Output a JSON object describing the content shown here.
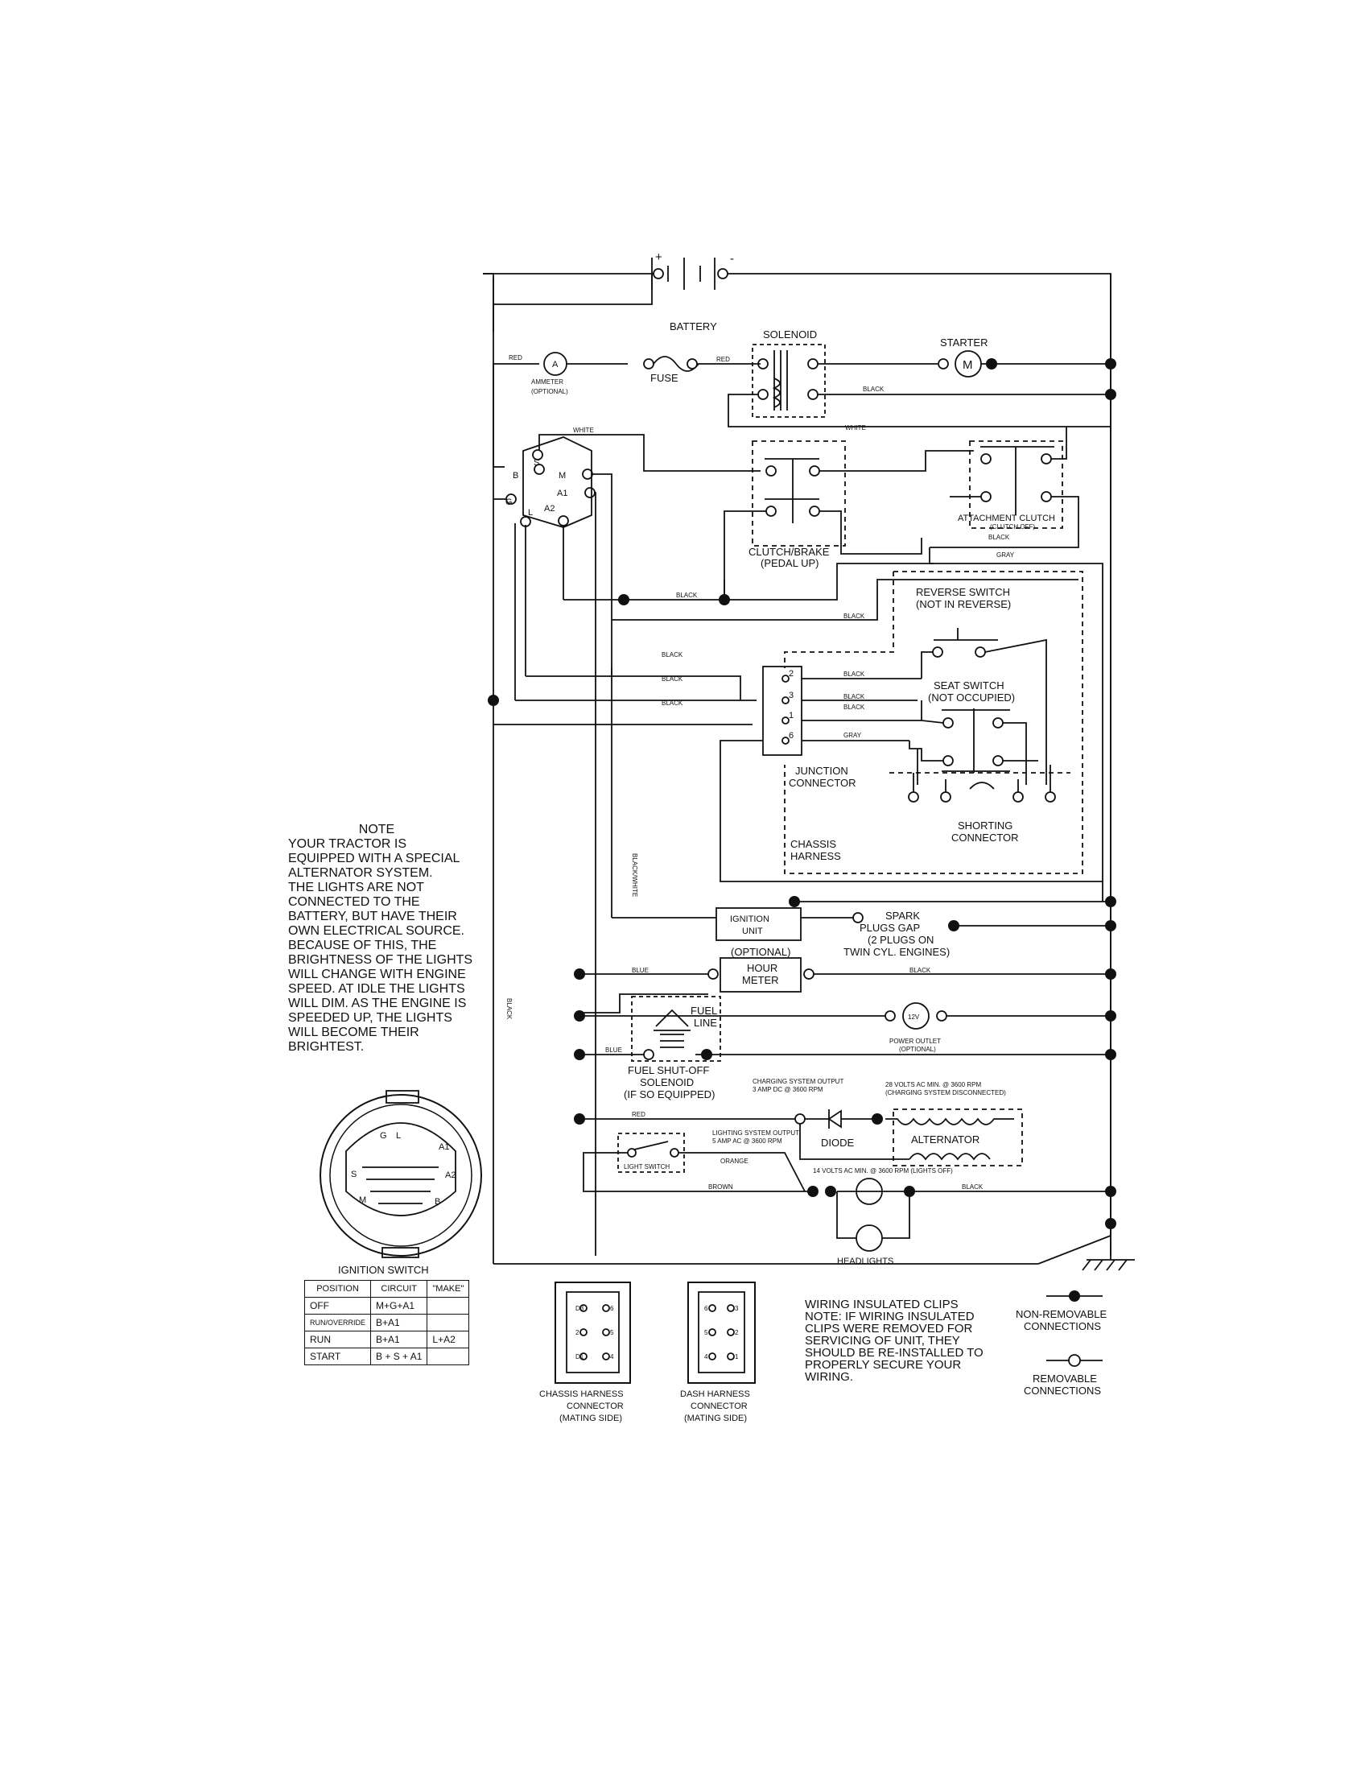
{
  "battery": {
    "label": "BATTERY",
    "plus": "+",
    "minus": "-"
  },
  "solenoid": {
    "label": "SOLENOID"
  },
  "starter": {
    "label": "STARTER",
    "symbol": "M"
  },
  "ammeter": {
    "label": "AMMETER",
    "sub": "(OPTIONAL)",
    "symbol": "A"
  },
  "fuse": {
    "label": "FUSE"
  },
  "clutch_brake": {
    "label": "CLUTCH/BRAKE",
    "sub": "(PEDAL UP)"
  },
  "attachment_clutch": {
    "label": "ATTACHMENT CLUTCH",
    "sub": "(CLUTCH OFF)"
  },
  "reverse_switch": {
    "label": "REVERSE SWITCH",
    "sub": "(NOT IN REVERSE)"
  },
  "seat_switch": {
    "label": "SEAT SWITCH",
    "sub": "(NOT OCCUPIED)"
  },
  "junction_connector": {
    "line1": "JUNCTION",
    "line2": "CONNECTOR",
    "pins": [
      "2",
      "3",
      "1",
      "6"
    ]
  },
  "chassis_harness": {
    "line1": "CHASSIS",
    "line2": "HARNESS"
  },
  "shorting_connector": {
    "line1": "SHORTING",
    "line2": "CONNECTOR"
  },
  "ignition_unit": {
    "line1": "IGNITION",
    "line2": "UNIT"
  },
  "spark_plugs": {
    "line1": "SPARK",
    "line2": "PLUGS GAP",
    "line3": "(2 PLUGS ON",
    "line4": "TWIN CYL. ENGINES)"
  },
  "hour_meter": {
    "optional": "(OPTIONAL)",
    "line1": "HOUR",
    "line2": "METER"
  },
  "fuel_solenoid": {
    "fuel": "FUEL",
    "line": "LINE",
    "line1": "FUEL SHUT-OFF",
    "line2": "SOLENOID",
    "line3": "(IF SO EQUIPPED)"
  },
  "power_outlet": {
    "symbol": "12V",
    "line1": "POWER OUTLET",
    "line2": "(OPTIONAL)"
  },
  "charging": {
    "output_line1": "CHARGING SYSTEM OUTPUT",
    "output_line2": "3 AMP DC @ 3600 RPM",
    "ac_line1": "28 VOLTS AC MIN. @ 3600 RPM",
    "ac_line2": "(CHARGING SYSTEM DISCONNECTED)",
    "lighting_line1": "LIGHTING SYSTEM OUTPUT",
    "lighting_line2": "5 AMP AC @ 3600 RPM",
    "lights_off": "14 VOLTS AC MIN. @ 3600 RPM (LIGHTS OFF)"
  },
  "diode": {
    "label": "DIODE"
  },
  "alternator": {
    "label": "ALTERNATOR"
  },
  "light_switch": {
    "label": "LIGHT SWITCH"
  },
  "headlights": {
    "label": "HEADLIGHTS"
  },
  "ignition_switch_terminals": {
    "S": "S",
    "M": "M",
    "A1": "A1",
    "A2": "A2",
    "B": "B",
    "G": "G",
    "L": "L"
  },
  "wire_colors": {
    "red": "RED",
    "white": "WHITE",
    "black": "BLACK",
    "gray": "GRAY",
    "blue": "BLUE",
    "orange": "ORANGE",
    "brown": "BROWN",
    "black_white": "BLACK/WHITE"
  },
  "note": {
    "title": "NOTE",
    "lines": [
      "YOUR TRACTOR IS",
      "EQUIPPED WITH A SPECIAL",
      "ALTERNATOR SYSTEM.",
      "THE LIGHTS ARE NOT",
      "CONNECTED TO THE",
      "BATTERY, BUT HAVE THEIR",
      "OWN ELECTRICAL SOURCE.",
      "BECAUSE OF THIS, THE",
      "BRIGHTNESS OF THE LIGHTS",
      "WILL CHANGE WITH ENGINE",
      "SPEED.  AT IDLE THE LIGHTS",
      "WILL DIM.  AS THE ENGINE IS",
      "SPEEDED UP, THE LIGHTS",
      "WILL BECOME THEIR",
      "BRIGHTEST."
    ]
  },
  "ignition_switch": {
    "title": "IGNITION SWITCH",
    "face_labels": {
      "G": "G",
      "L": "L",
      "A1": "A1",
      "A2": "A2",
      "S": "S",
      "M": "M",
      "B": "B"
    },
    "table": {
      "headers": [
        "POSITION",
        "CIRCUIT",
        "\"MAKE\""
      ],
      "rows": [
        [
          "OFF",
          "M+G+A1",
          ""
        ],
        [
          "RUN/OVERRIDE",
          "B+A1",
          ""
        ],
        [
          "RUN",
          "B+A1",
          "L+A2"
        ],
        [
          "START",
          "B + S + A1",
          ""
        ]
      ]
    }
  },
  "chassis_connector": {
    "line1": "CHASSIS HARNESS",
    "line2": "CONNECTOR",
    "line3": "(MATING SIDE)",
    "pins": [
      "D3",
      "6",
      "2",
      "5",
      "D1",
      "4"
    ]
  },
  "dash_connector": {
    "line1": "DASH HARNESS",
    "line2": "CONNECTOR",
    "line3": "(MATING SIDE)",
    "pins": [
      "6",
      "3",
      "5",
      "2",
      "4",
      "1"
    ]
  },
  "clips_note": {
    "lines": [
      "WIRING INSULATED CLIPS",
      "NOTE: IF WIRING INSULATED",
      "CLIPS WERE REMOVED FOR",
      "SERVICING OF UNIT, THEY",
      "SHOULD BE RE-INSTALLED TO",
      "PROPERLY SECURE YOUR",
      "WIRING."
    ]
  },
  "legend": {
    "non_removable_1": "NON-REMOVABLE",
    "non_removable_2": "CONNECTIONS",
    "removable_1": "REMOVABLE",
    "removable_2": "CONNECTIONS"
  }
}
